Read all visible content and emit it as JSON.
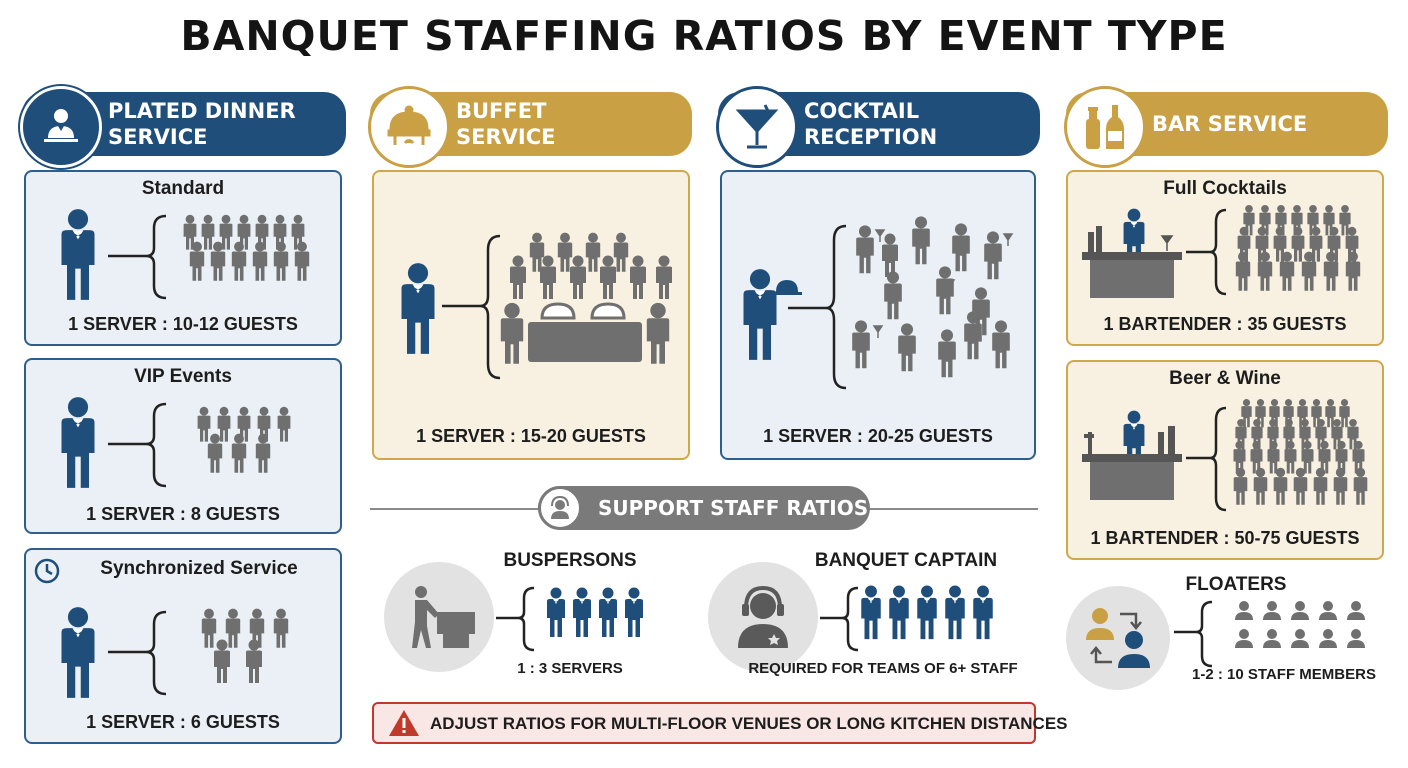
{
  "title": "BANQUET STAFFING RATIOS BY EVENT TYPE",
  "colors": {
    "navy": "#1f4e7a",
    "gold": "#c9a044",
    "gray": "#6f6f6f",
    "alert": "#c0392b"
  },
  "plated": {
    "header": "PLATED DINNER\nSERVICE",
    "cards": [
      {
        "title": "Standard",
        "ratio": "1 SERVER : 10-12 GUESTS"
      },
      {
        "title": "VIP Events",
        "ratio": "1 SERVER : 8 GUESTS"
      },
      {
        "title": "Synchronized Service",
        "ratio": "1 SERVER : 6 GUESTS"
      }
    ]
  },
  "buffet": {
    "header": "BUFFET\nSERVICE",
    "ratio": "1 SERVER : 15-20 GUESTS"
  },
  "cocktail": {
    "header": "COCKTAIL\nRECEPTION",
    "ratio": "1 SERVER : 20-25 GUESTS"
  },
  "bar": {
    "header": "BAR SERVICE",
    "cards": [
      {
        "title": "Full Cocktails",
        "ratio": "1 BARTENDER : 35 GUESTS"
      },
      {
        "title": "Beer & Wine",
        "ratio": "1 BARTENDER : 50-75 GUESTS"
      }
    ]
  },
  "support": {
    "header": "SUPPORT STAFF RATIOS",
    "buspersons": {
      "title": "BUSPERSONS",
      "ratio": "1 : 3 SERVERS"
    },
    "captain": {
      "title": "BANQUET CAPTAIN",
      "ratio": "REQUIRED FOR TEAMS OF 6+ STAFF"
    },
    "note": "ADJUST RATIOS FOR MULTI-FLOOR VENUES OR LONG KITCHEN DISTANCES"
  },
  "floaters": {
    "title": "FLOATERS",
    "ratio": "1-2 : 10 STAFF MEMBERS"
  },
  "icons": [
    "waiter-icon",
    "chafing-dish-icon",
    "martini-glass-icon",
    "bottles-icon",
    "clock-icon",
    "headset-icon",
    "warning-icon",
    "rotation-icon"
  ]
}
